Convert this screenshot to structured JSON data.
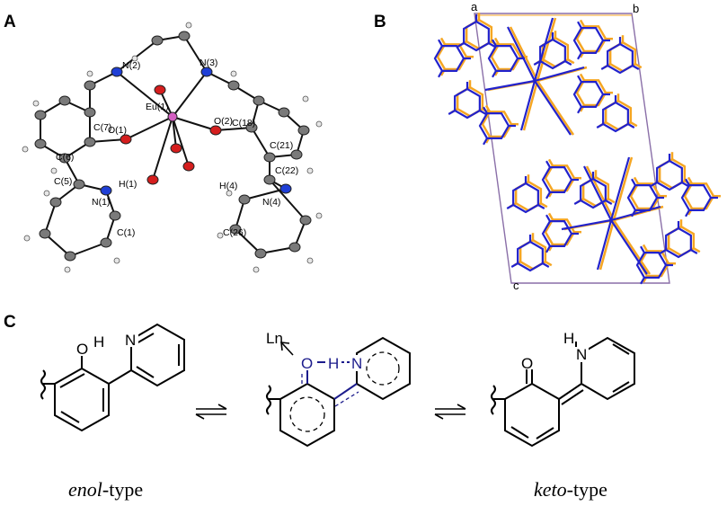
{
  "panels": {
    "a": {
      "letter": "A",
      "atom_labels": {
        "n2": "N(2)",
        "n3": "N(3)",
        "eu1": "Eu(1)",
        "o1": "O(1)",
        "o2": "O(2)",
        "c7": "C(7)",
        "c18": "C(18)",
        "c6": "C(6)",
        "c21": "C(21)",
        "c22": "C(22)",
        "c5": "C(5)",
        "h1": "H(1)",
        "h4": "H(4)",
        "n1": "N(1)",
        "n4": "N(4)",
        "c1": "C(1)",
        "c26": "C(26)"
      }
    },
    "b": {
      "letter": "B",
      "axis_a": "a",
      "axis_b": "b",
      "axis_c": "c"
    },
    "c": {
      "letter": "C",
      "enol_italic": "enol",
      "enol_suffix": "-type",
      "keto_italic": "keto",
      "keto_suffix": "-type",
      "atoms": {
        "o": "O",
        "h": "H",
        "n": "N",
        "ln": "Ln"
      }
    }
  },
  "colors": {
    "carbon": "#7a7a7a",
    "oxygen": "#d51e1e",
    "nitrogen": "#1f3fd6",
    "europium": "#d45fc2",
    "hydrogen": "#e6e6e6",
    "orange": "#f5a623",
    "blue": "#2222cc",
    "cell_frame": "#8a6fa8",
    "hbond": "#1c1c8c"
  }
}
